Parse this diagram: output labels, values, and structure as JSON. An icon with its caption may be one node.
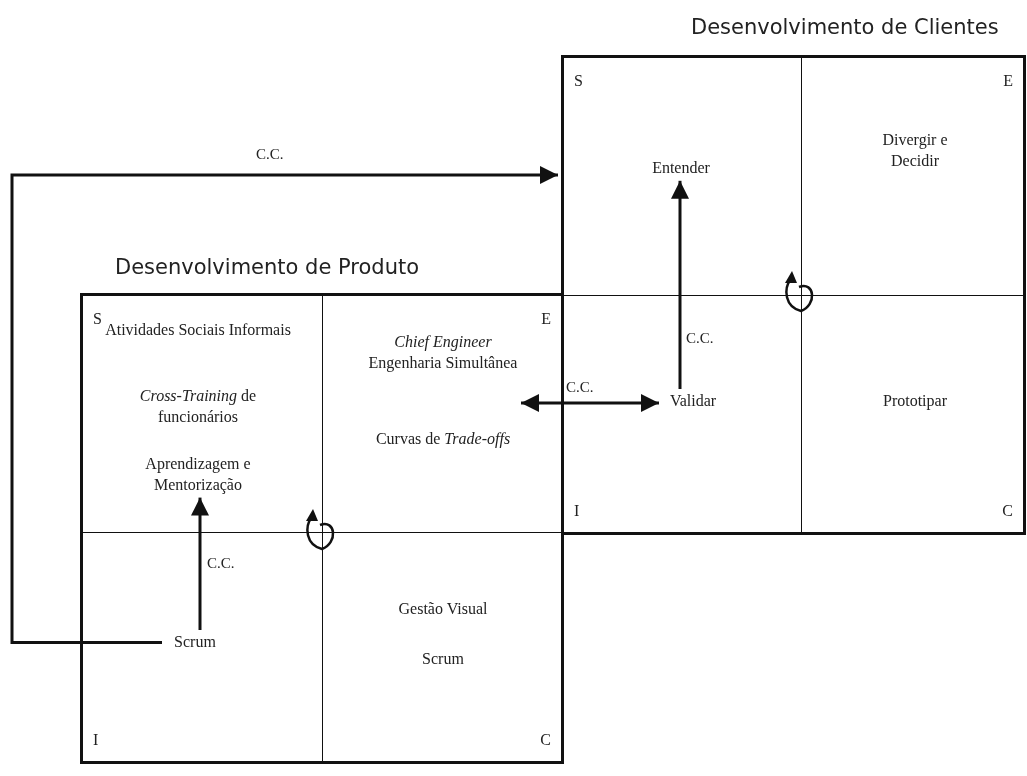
{
  "diagram": {
    "nodes": [
      {
        "text": [
          "Desenvolvimento de Produto"
        ]
      },
      {
        "text": [
          "S"
        ],
        "in": 0
      },
      {
        "text": [
          "Atividades Sociais Informais"
        ],
        "in": 1
      },
      {
        "text": [
          "*Cross-Training* de funcionários"
        ],
        "in": 1
      },
      {
        "text": [
          "Aprendizagem e Mentorização"
        ],
        "in": 1
      },
      {
        "text": [
          "E"
        ],
        "in": 0
      },
      {
        "text": [
          "Chief Engineer"
        ],
        "in": 5
      },
      {
        "text": [
          "Engenharia Simultânea"
        ],
        "in": 5
      },
      {
        "text": [
          "Curvas de *Trade-offs*"
        ],
        "in": 5
      },
      {
        "text": [
          "I"
        ],
        "in": 0
      },
      {
        "text": [
          "Scrum"
        ],
        "in": 9
      },
      {
        "text": [
          "C"
        ],
        "in": 0
      },
      {
        "text": [
          "Gestão Visual"
        ],
        "in": 11
      },
      {
        "text": [
          "Scrum"
        ],
        "in": 11
      },
      {
        "text": [
          "Desenvolvimento de Clientes"
        ]
      },
      {
        "text": [
          "S"
        ],
        "in": 14
      },
      {
        "text": [
          "Entender"
        ],
        "in": 15
      },
      {
        "text": [
          "E"
        ],
        "in": 14
      },
      {
        "text": [
          "Divergir e Decidir"
        ],
        "in": 17
      },
      {
        "text": [
          "I"
        ],
        "in": 14
      },
      {
        "text": [
          "Validar"
        ],
        "in": 19
      },
      {
        "text": [
          "C"
        ],
        "in": 14
      },
      {
        "text": [
          "Prototipar"
        ],
        "in": 21
      }
    ],
    "edges": [
      {
        "from": 10,
        "to": 4,
        "arrow": "to",
        "label": "C.C."
      },
      {
        "from": 10,
        "to": 15,
        "arrow": "to",
        "label": "C.C."
      },
      {
        "from": 8,
        "to": 20,
        "arrow": "both",
        "label": "C.C."
      },
      {
        "from": 20,
        "to": 16,
        "arrow": "to",
        "label": "C.C."
      }
    ]
  }
}
